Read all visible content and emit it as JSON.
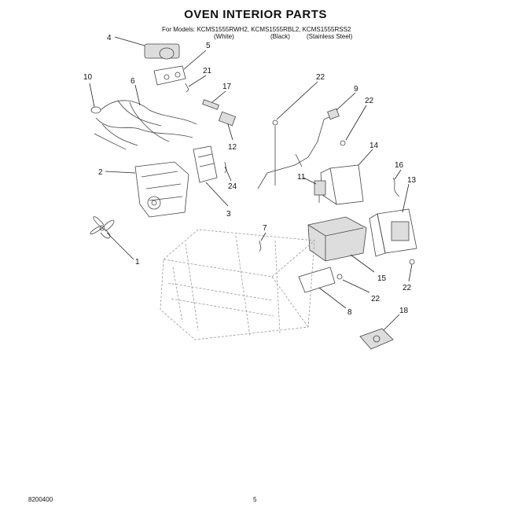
{
  "title": "OVEN INTERIOR PARTS",
  "models_line": "For Models: KCMS1555RWH2, KCMS1555RBL2, KCMS1555RSS2",
  "colors": [
    "(White)",
    "(Black)",
    "(Stainless Steel)"
  ],
  "footer": {
    "doc_number": "8200400",
    "page_number": "5"
  },
  "callouts": [
    "4",
    "5",
    "21",
    "10",
    "6",
    "17",
    "12",
    "22",
    "9",
    "22",
    "14",
    "2",
    "24",
    "3",
    "11",
    "16",
    "13",
    "7",
    "1",
    "15",
    "22",
    "22",
    "8",
    "18"
  ]
}
